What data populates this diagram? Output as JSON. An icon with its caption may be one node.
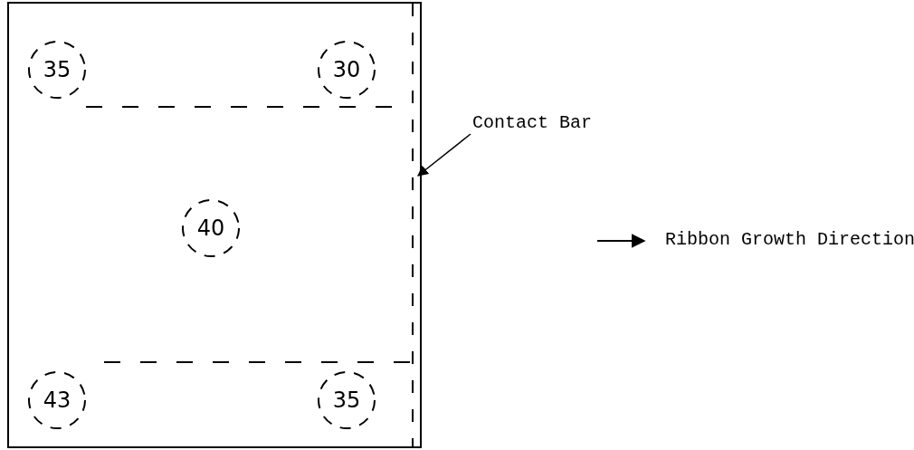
{
  "diagram": {
    "nodes": [
      {
        "text": [],
        "shape": "box"
      },
      {
        "text": [
          "35"
        ],
        "in": 0
      },
      {
        "text": [
          "30"
        ],
        "in": 0
      },
      {
        "text": [],
        "shape": "bar",
        "in": 0
      },
      {
        "text": [
          "Contact Bar"
        ]
      },
      {
        "text": [
          "40"
        ],
        "in": 0
      },
      {
        "text": [
          "43"
        ],
        "in": 0
      },
      {
        "text": [
          "35"
        ],
        "in": 0
      }
    ],
    "edges": [
      {
        "from": 4,
        "to": 3,
        "arrow": "to"
      }
    ],
    "labels": [
      "Ribbon Growth Direction"
    ]
  }
}
